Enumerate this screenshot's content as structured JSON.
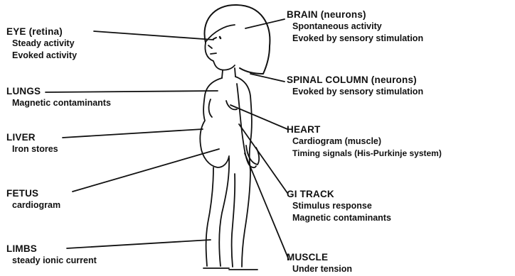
{
  "labels": {
    "eye": {
      "title": "EYE (retina)",
      "lines": [
        "Steady activity",
        "Evoked activity"
      ]
    },
    "lungs": {
      "title": "LUNGS",
      "lines": [
        "Magnetic contaminants"
      ]
    },
    "liver": {
      "title": "LIVER",
      "lines": [
        "Iron stores"
      ]
    },
    "fetus": {
      "title": "FETUS",
      "lines": [
        "cardiogram"
      ]
    },
    "limbs": {
      "title": "LIMBS",
      "lines": [
        "steady ionic current"
      ]
    },
    "brain": {
      "title": "BRAIN (neurons)",
      "lines": [
        "Spontaneous activity",
        "Evoked by sensory stimulation"
      ]
    },
    "spinal": {
      "title": "SPINAL COLUMN (neurons)",
      "lines": [
        "Evoked by sensory stimulation"
      ]
    },
    "heart": {
      "title": "HEART",
      "lines": [
        "Cardiogram (muscle)",
        "Timing signals (His-Purkinje system)"
      ]
    },
    "gi": {
      "title": "GI TRACK",
      "lines": [
        "Stimulus response",
        "Magnetic contaminants"
      ]
    },
    "muscle": {
      "title": "MUSCLE",
      "lines": [
        "Under tension"
      ]
    }
  }
}
